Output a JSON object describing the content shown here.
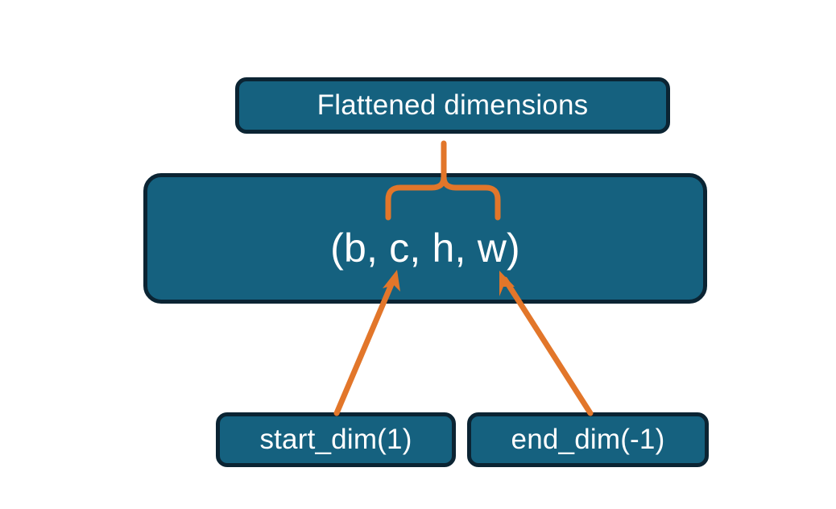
{
  "diagram": {
    "title_node": {
      "label": "Flattened dimensions",
      "name": "flattened-dimensions-box"
    },
    "shape_node": {
      "label": "(b, c, h, w)",
      "name": "tensor-shape-box"
    },
    "start_node": {
      "label": "start_dim(1)",
      "name": "start-dim-box"
    },
    "end_node": {
      "label": "end_dim(-1)",
      "name": "end-dim-box"
    },
    "colors": {
      "box_fill": "#15617F",
      "box_border": "#0B2433",
      "accent": "#E2762A",
      "text": "#FFFFFF",
      "background": "#FFFFFF"
    },
    "connectors": {
      "brace": "curly-brace-spanning-c-h-w",
      "arrow_start": "arrow-start-dim-to-c",
      "arrow_end": "arrow-end-dim-to-w"
    }
  }
}
